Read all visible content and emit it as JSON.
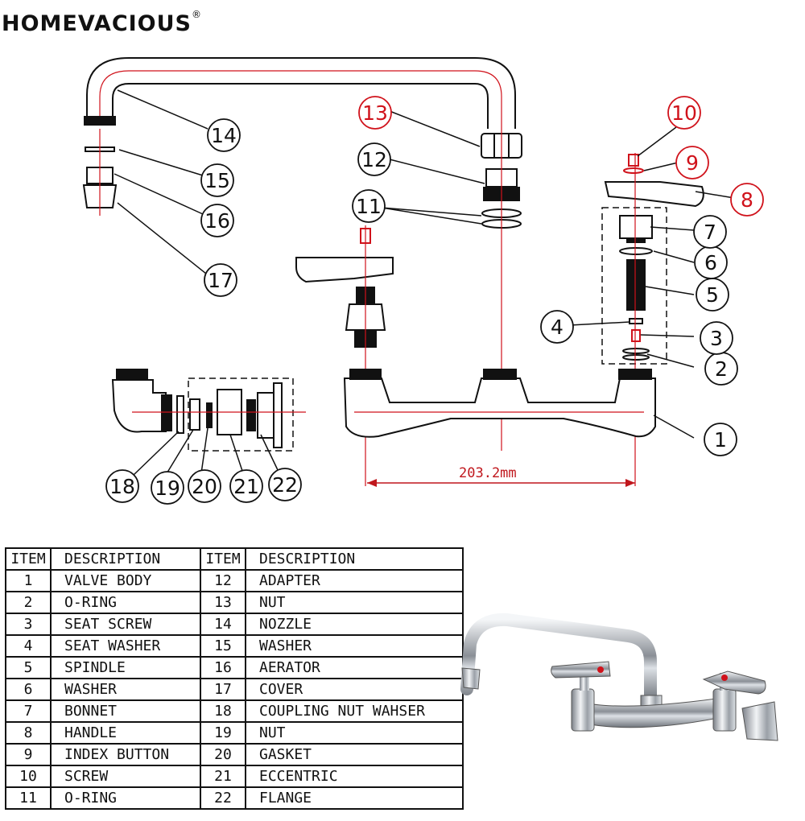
{
  "brand": {
    "name": "HOMEVACIOUS",
    "mark": "®"
  },
  "callouts": [
    {
      "n": "1",
      "color": "#111111"
    },
    {
      "n": "2",
      "color": "#111111"
    },
    {
      "n": "3",
      "color": "#111111"
    },
    {
      "n": "4",
      "color": "#111111"
    },
    {
      "n": "5",
      "color": "#111111"
    },
    {
      "n": "6",
      "color": "#111111"
    },
    {
      "n": "7",
      "color": "#111111"
    },
    {
      "n": "8",
      "color": "#d0121b"
    },
    {
      "n": "9",
      "color": "#d0121b"
    },
    {
      "n": "10",
      "color": "#d0121b"
    },
    {
      "n": "11",
      "color": "#111111"
    },
    {
      "n": "12",
      "color": "#111111"
    },
    {
      "n": "13",
      "color": "#d0121b"
    },
    {
      "n": "14",
      "color": "#111111"
    },
    {
      "n": "15",
      "color": "#111111"
    },
    {
      "n": "16",
      "color": "#111111"
    },
    {
      "n": "17",
      "color": "#111111"
    },
    {
      "n": "18",
      "color": "#111111"
    },
    {
      "n": "19",
      "color": "#111111"
    },
    {
      "n": "20",
      "color": "#111111"
    },
    {
      "n": "21",
      "color": "#111111"
    },
    {
      "n": "22",
      "color": "#111111"
    }
  ],
  "dimension": {
    "label": "203.2mm"
  },
  "parts_table": {
    "headers": [
      "ITEM",
      "DESCRIPTION",
      "ITEM",
      "DESCRIPTION"
    ],
    "rows": [
      [
        "1",
        "VALVE BODY",
        "12",
        "ADAPTER"
      ],
      [
        "2",
        "O-RING",
        "13",
        "NUT"
      ],
      [
        "3",
        "SEAT SCREW",
        "14",
        "NOZZLE"
      ],
      [
        "4",
        "SEAT WASHER",
        "15",
        "WASHER"
      ],
      [
        "5",
        "SPINDLE",
        "16",
        "AERATOR"
      ],
      [
        "6",
        "WASHER",
        "17",
        "COVER"
      ],
      [
        "7",
        "BONNET",
        "18",
        "COUPLING NUT WAHSER"
      ],
      [
        "8",
        "HANDLE",
        "19",
        "NUT"
      ],
      [
        "9",
        "INDEX BUTTON",
        "20",
        "GASKET"
      ],
      [
        "10",
        "SCREW",
        "21",
        "ECCENTRIC"
      ],
      [
        "11",
        "O-RING",
        "22",
        "FLANGE"
      ]
    ]
  },
  "colors": {
    "accent_red": "#d0121b",
    "line": "#111111",
    "chrome": "#c8ccd2"
  }
}
